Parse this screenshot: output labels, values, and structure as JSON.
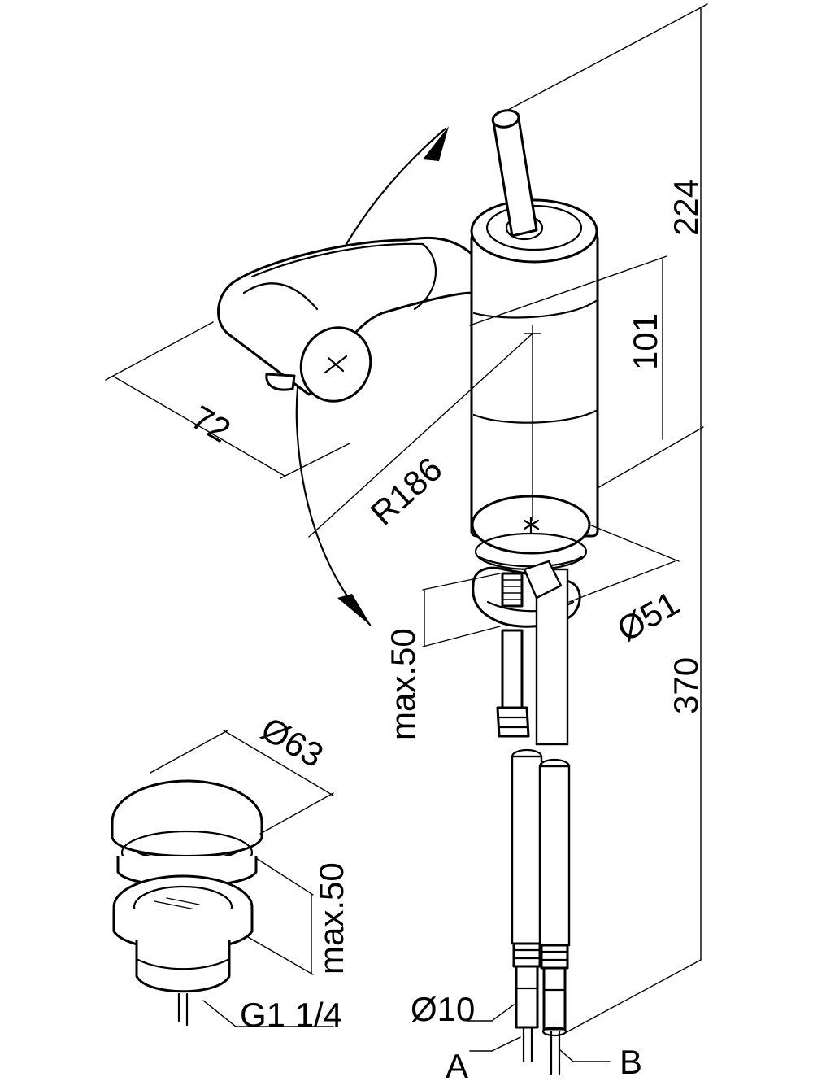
{
  "dimensions": {
    "height_total": "224",
    "height_body": "101",
    "spout_length": "72",
    "radius": "R186",
    "base_diameter": "Ø51",
    "deck_max": "max.50",
    "drain_diameter": "Ø63",
    "drain_max": "max.50",
    "drain_thread": "G1 1/4",
    "hose_diameter": "Ø10",
    "overall_height": "370"
  },
  "connections": {
    "a_label": "A",
    "b_label": "B"
  },
  "colors": {
    "line": "#000000",
    "background": "#ffffff"
  }
}
